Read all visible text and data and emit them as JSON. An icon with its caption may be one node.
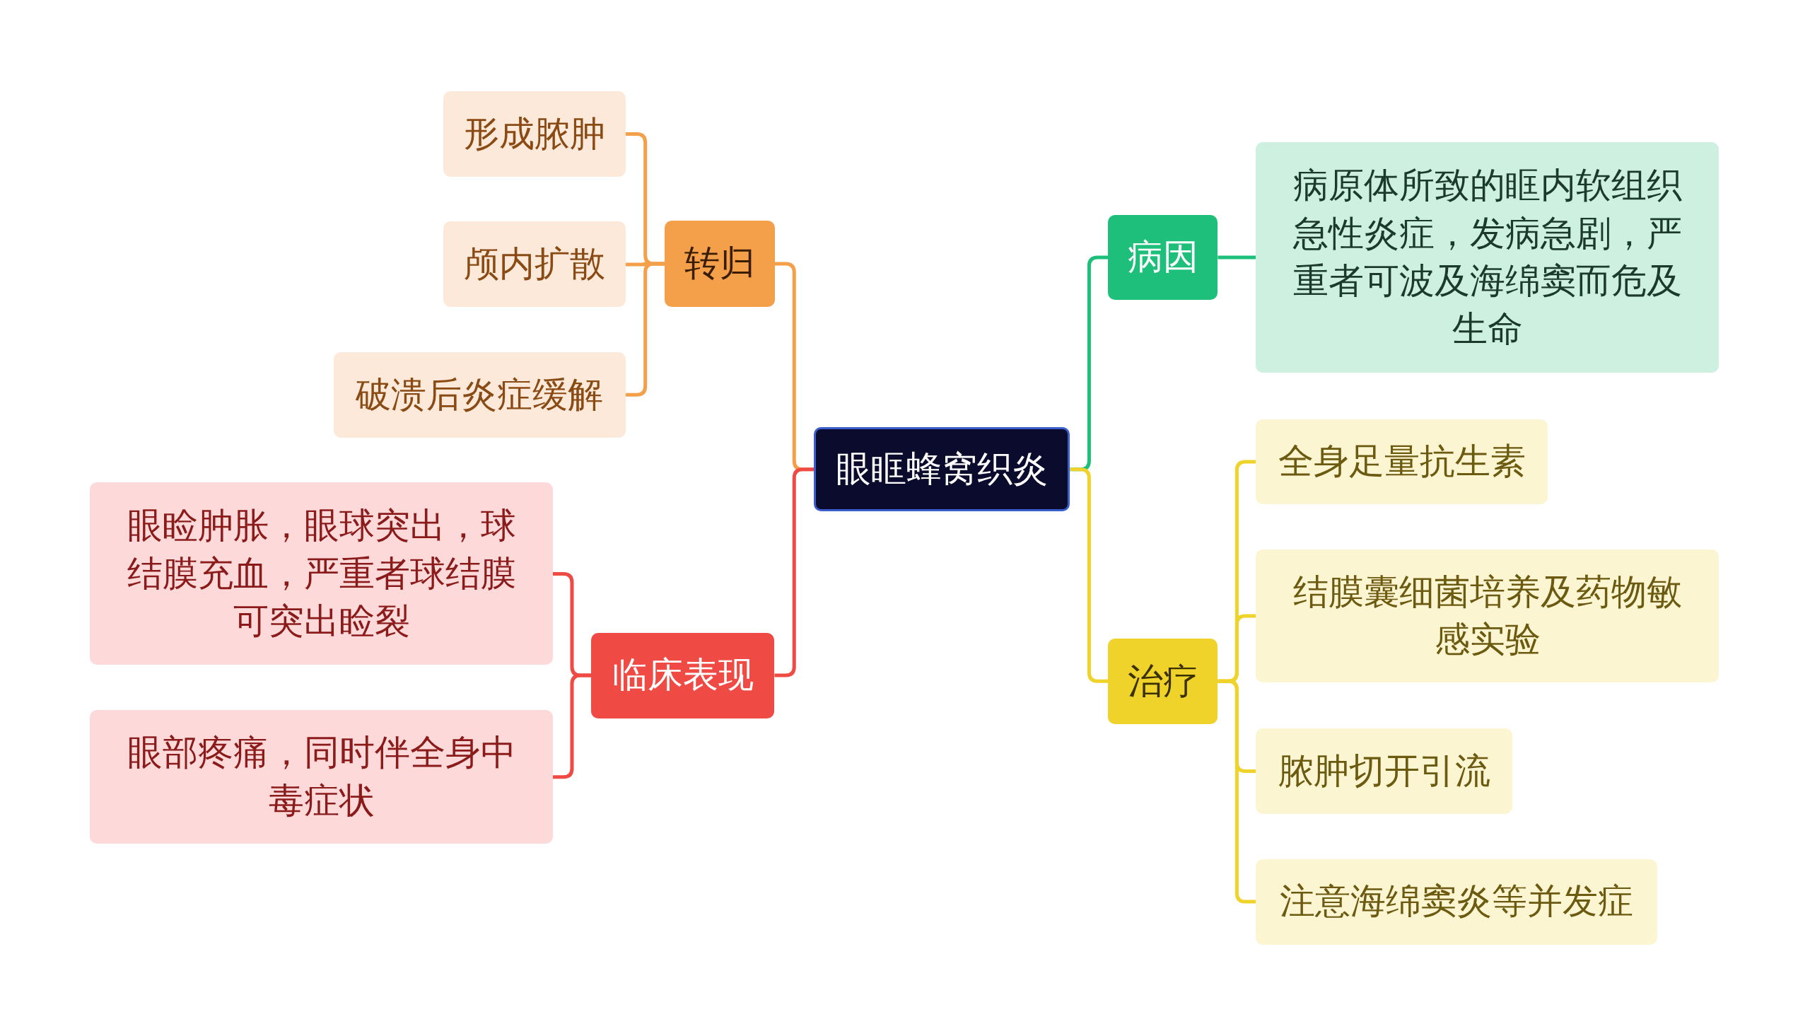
{
  "diagram": {
    "nodes": [
      {
        "text": [
          "眼眶蜂窝织炎"
        ]
      },
      {
        "text": [
          "转归"
        ]
      },
      {
        "text": [
          "形成脓肿"
        ]
      },
      {
        "text": [
          "颅内扩散"
        ]
      },
      {
        "text": [
          "破溃后炎症缓解"
        ]
      },
      {
        "text": [
          "临床表现"
        ]
      },
      {
        "text": [
          "眼睑肿胀，眼球突出，球结膜充血，严重者球结膜可突出睑裂"
        ]
      },
      {
        "text": [
          "眼部疼痛，同时伴全身中毒症状"
        ]
      },
      {
        "text": [
          "病因"
        ]
      },
      {
        "text": [
          "病原体所致的眶内软组织急性炎症，发病急剧，严重者可波及海绵窦而危及生命"
        ]
      },
      {
        "text": [
          "治疗"
        ]
      },
      {
        "text": [
          "全身足量抗生素"
        ]
      },
      {
        "text": [
          "结膜囊细菌培养及药物敏感实验"
        ]
      },
      {
        "text": [
          "脓肿切开引流"
        ]
      },
      {
        "text": [
          "注意海绵窦炎等并发症"
        ]
      }
    ],
    "edges": [
      {
        "from": 0,
        "to": 1,
        "arrow": "none",
        "color": "#f4a04a"
      },
      {
        "from": 1,
        "to": 2,
        "arrow": "none",
        "color": "#f4a04a"
      },
      {
        "from": 1,
        "to": 3,
        "arrow": "none",
        "color": "#f4a04a"
      },
      {
        "from": 1,
        "to": 4,
        "arrow": "none",
        "color": "#f4a04a"
      },
      {
        "from": 0,
        "to": 5,
        "arrow": "none",
        "color": "#ef4a44"
      },
      {
        "from": 5,
        "to": 6,
        "arrow": "none",
        "color": "#ef4a44"
      },
      {
        "from": 5,
        "to": 7,
        "arrow": "none",
        "color": "#ef4a44"
      },
      {
        "from": 0,
        "to": 8,
        "arrow": "none",
        "color": "#1dbf7a"
      },
      {
        "from": 8,
        "to": 9,
        "arrow": "none",
        "color": "#1dbf7a"
      },
      {
        "from": 0,
        "to": 10,
        "arrow": "none",
        "color": "#efd22a"
      },
      {
        "from": 10,
        "to": 11,
        "arrow": "none",
        "color": "#efd22a"
      },
      {
        "from": 10,
        "to": 12,
        "arrow": "none",
        "color": "#efd22a"
      },
      {
        "from": 10,
        "to": 13,
        "arrow": "none",
        "color": "#efd22a"
      },
      {
        "from": 10,
        "to": 14,
        "arrow": "none",
        "color": "#efd22a"
      }
    ]
  }
}
